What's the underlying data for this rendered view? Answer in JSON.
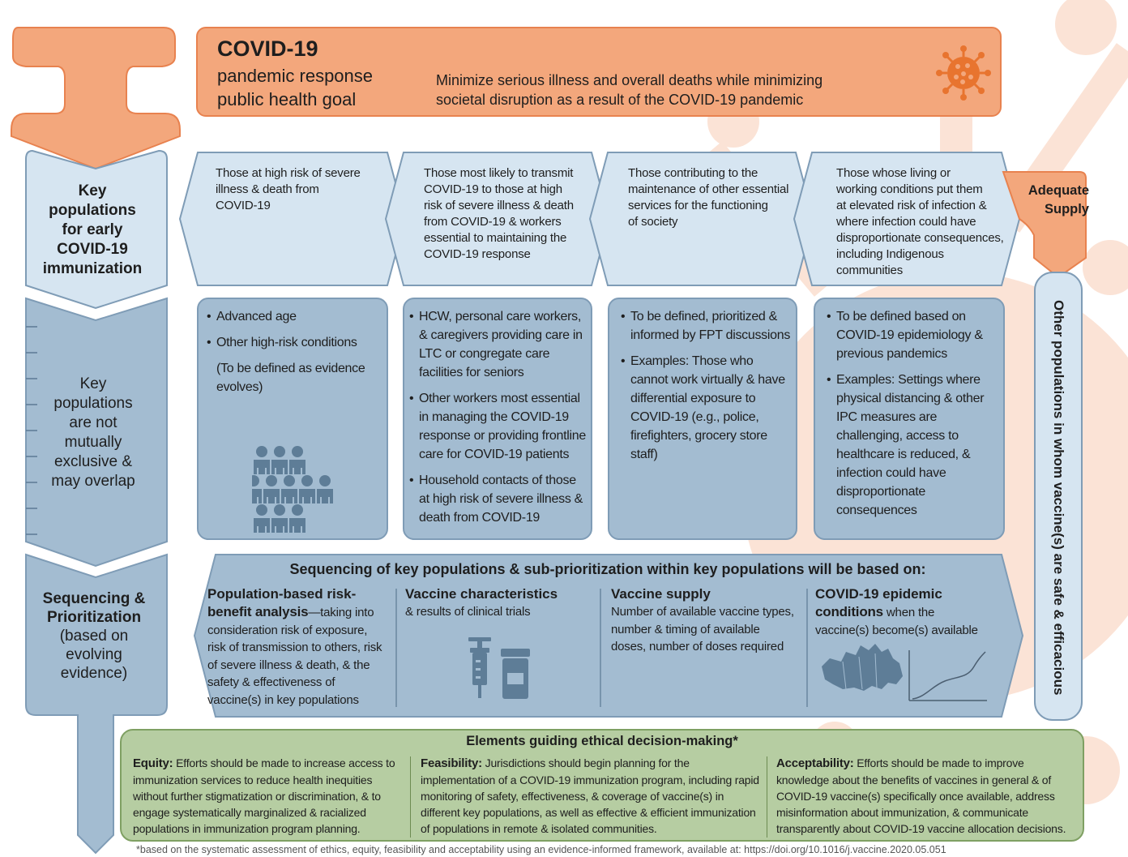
{
  "colors": {
    "orange_fill": "#f3a77c",
    "orange_stroke": "#e8824f",
    "light_blue": "#d6e5f1",
    "mid_blue": "#a3bcd1",
    "green": "#b6cda2",
    "virus_watermark": "#fbe3d6"
  },
  "goal": {
    "title": "COVID-19",
    "subtitle_line1": "pandemic response",
    "subtitle_line2": "public health goal",
    "statement_line1": "Minimize serious illness and overall deaths while minimizing",
    "statement_line2": "societal disruption as a result of the COVID-19 pandemic",
    "icon": "virus-icon"
  },
  "left_column": {
    "key_populations_heading": [
      "Key",
      "populations",
      "for early",
      "COVID-19",
      "immunization"
    ],
    "not_exclusive_note": [
      "Key",
      "populations",
      "are not",
      "mutually",
      "exclusive &",
      "may overlap"
    ],
    "sequencing_heading": [
      "Sequencing &",
      "Prioritization"
    ],
    "sequencing_note": [
      "(based on",
      "evolving",
      "evidence)"
    ]
  },
  "key_populations": [
    {
      "label": [
        "Those at high risk of severe",
        "illness & death from",
        "COVID-19"
      ],
      "details": [
        {
          "text": "Advanced age",
          "bullet": true
        },
        {
          "text": "Other high-risk conditions",
          "bullet": true
        },
        {
          "text": "(To be defined as evidence evolves)",
          "bullet": false
        }
      ],
      "icon": "people-group-icon"
    },
    {
      "label": [
        "Those most likely to transmit",
        "COVID-19 to those at high",
        "risk of severe illness & death",
        "from COVID-19 & workers",
        "essential to maintaining the",
        "COVID-19 response"
      ],
      "details": [
        {
          "text": "HCW, personal care workers, & caregivers providing care in LTC or congregate care facilities for seniors",
          "bullet": true
        },
        {
          "text": "Other workers most essential in managing the COVID-19 response or providing frontline care for COVID-19 patients",
          "bullet": true
        },
        {
          "text": "Household contacts of those at high risk of severe illness & death from COVID-19",
          "bullet": true
        }
      ]
    },
    {
      "label": [
        "Those contributing to the",
        "maintenance of other essential",
        "services for the functioning",
        "of society"
      ],
      "details": [
        {
          "text": "To be defined, prioritized & informed by FPT discussions",
          "bullet": true
        },
        {
          "text": "Examples: Those who cannot work virtually & have differential exposure to COVID-19 (e.g., police, firefighters, grocery store staff)",
          "bullet": true
        }
      ]
    },
    {
      "label": [
        "Those whose living or",
        "working conditions put them",
        "at elevated risk of infection &",
        "where infection could have",
        "disproportionate consequences,",
        "including Indigenous",
        "communities"
      ],
      "details": [
        {
          "text": "To be defined based on COVID-19 epidemiology & previous pandemics",
          "bullet": true
        },
        {
          "text": "Examples: Settings where physical distancing & other IPC measures are challenging, access to healthcare is reduced, & infection could have disproportionate consequences",
          "bullet": true
        }
      ]
    }
  ],
  "supply": {
    "adequate_line1": "Adequate",
    "adequate_line2": "Supply",
    "other_populations": "Other populations in whom vaccine(s) are safe & efficacious"
  },
  "sequencing": {
    "title": "Sequencing of key populations & sub-prioritization within key populations will be based on:",
    "columns": [
      {
        "title_line1": "Population-based risk-",
        "title_line2": "benefit analysis",
        "body_first": "—taking into",
        "body": [
          "consideration risk of exposure,",
          "risk of transmission to others, risk",
          "of severe illness & death, & the",
          "safety & effectiveness of",
          "vaccine(s) in key populations"
        ]
      },
      {
        "title_line1": "Vaccine characteristics",
        "body": [
          "& results of clinical trials"
        ],
        "icon": "syringe-vial-icon"
      },
      {
        "title_line1": "Vaccine supply",
        "body": [
          "Number of available vaccine types,",
          "number & timing of available",
          "doses, number of doses required"
        ]
      },
      {
        "title_line1": "COVID-19 epidemic",
        "title_line2": "conditions",
        "body_first": " when the",
        "body": [
          "vaccine(s) become(s) available"
        ],
        "icon": "canada-map-curve-icon"
      }
    ]
  },
  "ethics": {
    "title": "Elements guiding ethical decision-making*",
    "columns": [
      {
        "label": "Equity:",
        "text": " Efforts should be made to increase access to immunization services to reduce health inequities without further stigmatization or discrimination, & to engage systematically marginalized & racialized populations in immunization program planning."
      },
      {
        "label": "Feasibility:",
        "text": " Jurisdictions should begin planning for the implementation of a COVID-19 immunization program, including rapid monitoring of safety, effectiveness, & coverage of vaccine(s) in different key populations, as well as effective & efficient immunization of populations in remote & isolated communities."
      },
      {
        "label": "Acceptability:",
        "text": " Efforts should be made to improve knowledge about the benefits of vaccines in general & of COVID-19 vaccine(s) specifically once available, address misinformation about immunization, & communicate transparently about COVID-19 vaccine allocation decisions."
      }
    ]
  },
  "footnote": "*based on the systematic assessment of ethics, equity, feasibility and acceptability using an evidence-informed framework, available at: https://doi.org/10.1016/j.vaccine.2020.05.051"
}
